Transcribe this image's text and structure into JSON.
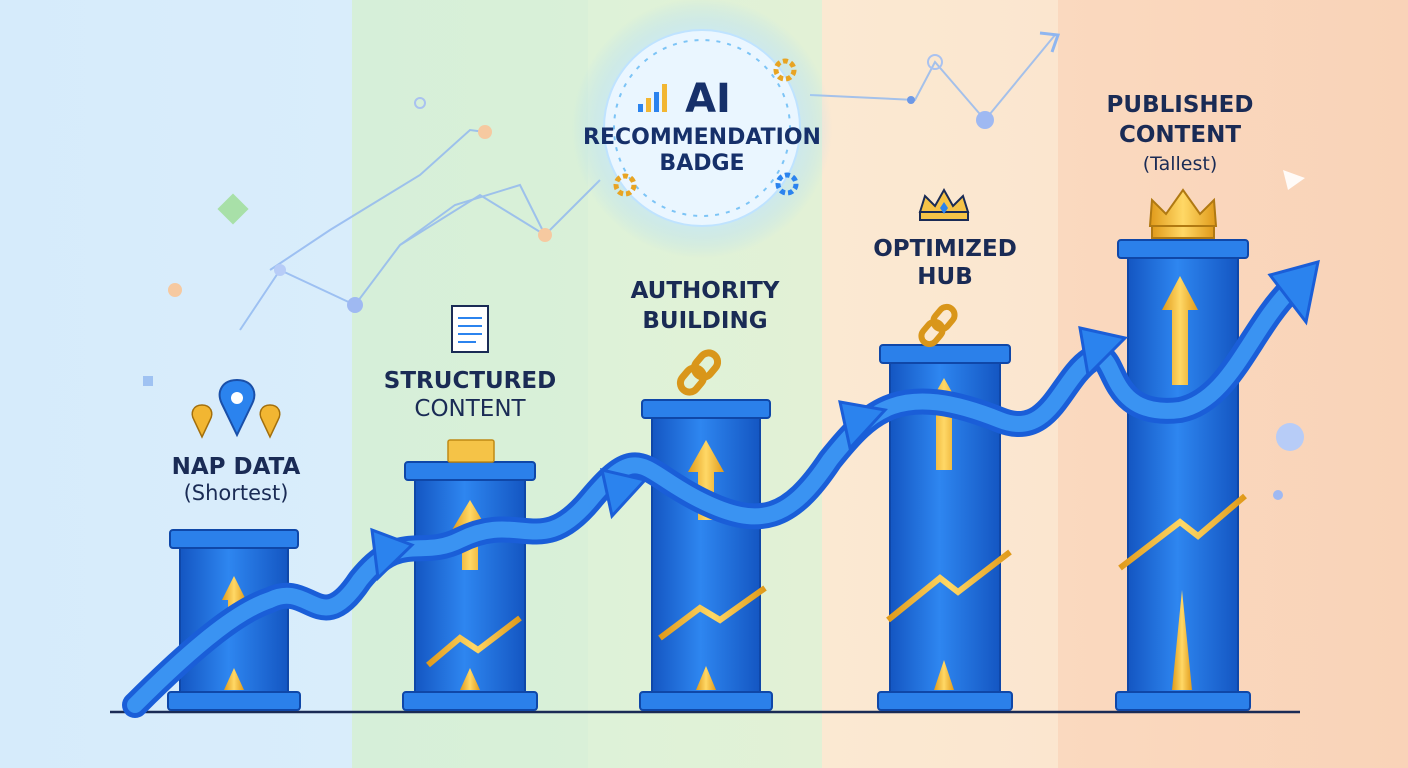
{
  "badge": {
    "title_1": "AI",
    "title_2": "RECOMMENDATION",
    "title_3": "BADGE"
  },
  "steps": [
    {
      "name": "NAP DATA",
      "sub": "(Shortest)",
      "icon": "location-pin-icon"
    },
    {
      "name_1": "STRUCTURED",
      "name_2": "CONTENT",
      "icon": "document-icon"
    },
    {
      "name_1": "AUTHORITY",
      "name_2": "BUILDING",
      "icon": "chain-link-icon"
    },
    {
      "name_1": "OPTIMIZED",
      "name_2": "HUB",
      "icon": "crown-icon"
    },
    {
      "name_1": "PUBLISHED",
      "name_2": "CONTENT",
      "sub": "(Tallest)",
      "icon": "crown-icon"
    }
  ],
  "colors": {
    "pillar": "#1f6fe0",
    "pillar_dark": "#1456c2",
    "arrow": "#2b83ee",
    "gold": "#f2b632",
    "text": "#1a2b55"
  }
}
